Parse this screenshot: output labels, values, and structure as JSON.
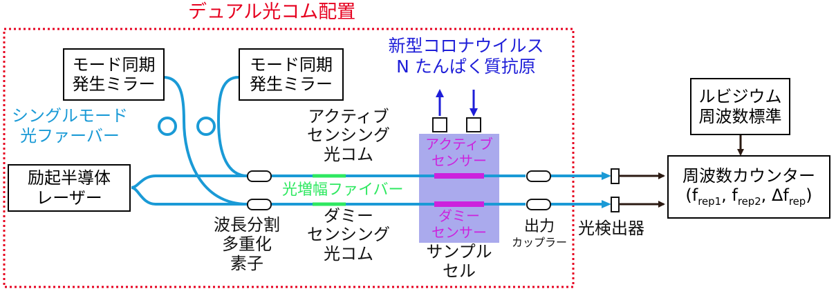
{
  "title": "デュアル光コム配置",
  "mirror1": {
    "line1": "モード同期",
    "line2": "発生ミラー"
  },
  "mirror2": {
    "line1": "モード同期",
    "line2": "発生ミラー"
  },
  "fiber_label": {
    "line1": "シングルモード",
    "line2": "光ファーバー"
  },
  "laser": {
    "line1": "励起半導体",
    "line2": "レーザー"
  },
  "wdm": {
    "line1": "波長分割",
    "line2": "多重化",
    "line3": "素子"
  },
  "amp_fiber": "光増幅ファイバー",
  "active_comb": {
    "line1": "アクティブ",
    "line2": "センシング",
    "line3": "光コム"
  },
  "dummy_comb": {
    "line1": "ダミー",
    "line2": "センシング",
    "line3": "光コム"
  },
  "antigen": {
    "line1": "新型コロナウイルス",
    "line2": "N たんぱく質抗原"
  },
  "active_sensor": {
    "line1": "アクティブ",
    "line2": "センサー"
  },
  "dummy_sensor": {
    "line1": "ダミー",
    "line2": "センサー"
  },
  "sample_cell": {
    "line1": "サンプル",
    "line2": "セル"
  },
  "output_coupler": {
    "line1": "出力",
    "line2": "カップラー"
  },
  "detector": "光検出器",
  "rubidium": {
    "line1": "ルビジウム",
    "line2": "周波数標準"
  },
  "counter": {
    "line1": "周波数カウンター",
    "open": "(",
    "f1": "f",
    "f1_sub": "rep1",
    "sep1": ", ",
    "f2": "f",
    "f2_sub": "rep2",
    "sep2": ", ",
    "f3": "Δf",
    "f3_sub": "rep",
    "close": ")"
  },
  "colors": {
    "title_red": "#e6001f",
    "fiber_blue": "#1a9ad6",
    "antigen_blue": "#1e1ed8",
    "sensor_magenta": "#cc22dd",
    "amp_green": "#2ee860",
    "cell_violet": "#9b9bea"
  }
}
